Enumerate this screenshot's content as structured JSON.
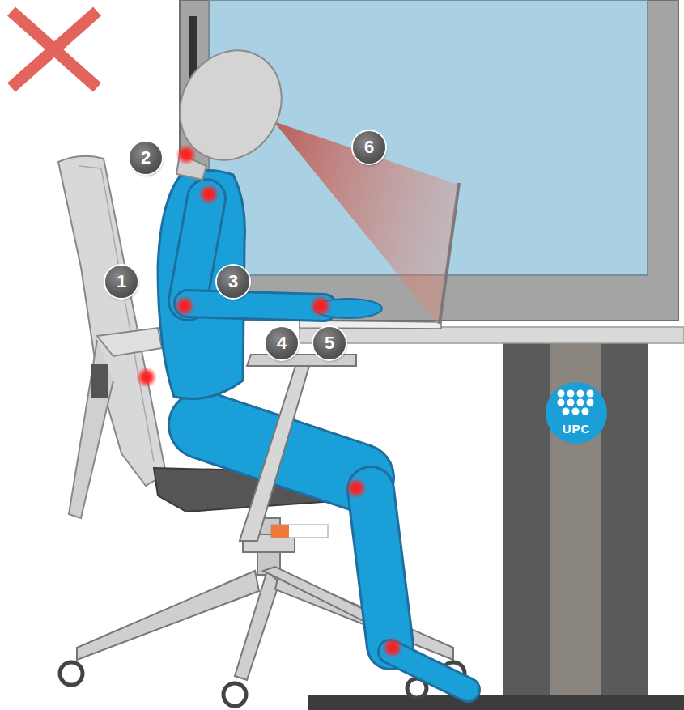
{
  "diagram": {
    "labels": [
      "1",
      "2",
      "3",
      "4",
      "5",
      "6",
      "UPC"
    ]
  }
}
